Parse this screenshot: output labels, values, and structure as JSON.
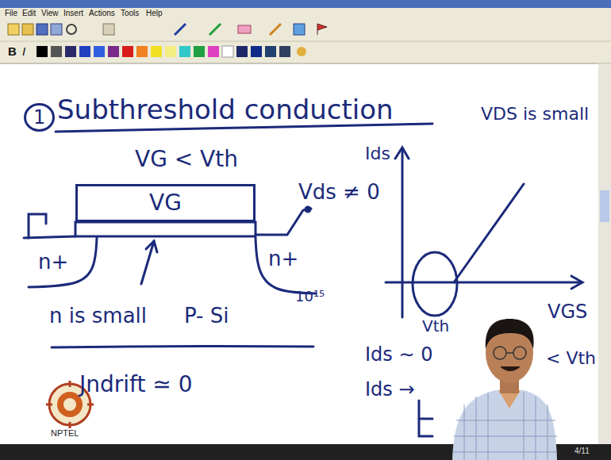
{
  "diagram": {
    "title": "Subthreshold conduction",
    "nodes": [
      {
        "text": [
          "VG"
        ]
      },
      {
        "text": [
          "n+"
        ]
      },
      {
        "text": [
          "n+"
        ]
      }
    ],
    "labels": [
      "File",
      "Edit",
      "View",
      "Insert",
      "Actions",
      "Tools",
      "Help",
      "B",
      "I",
      "1",
      "VG < Vth",
      "Vds ≠ 0",
      "n is small",
      "P- Si",
      "10¹⁵",
      "Jndrift ≃ 0",
      "VDS is small",
      "Ids",
      "Vth",
      "VGS",
      "Ids ∼ 0",
      "< Vth",
      "Ids →",
      "NPTEL",
      "4/11"
    ]
  }
}
